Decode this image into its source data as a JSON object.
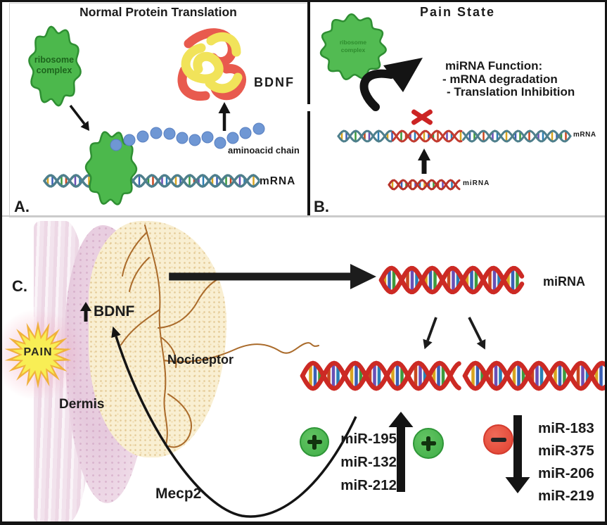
{
  "panel_a": {
    "label": "A.",
    "title": "Normal Protein Translation",
    "ribosome_line1": "ribosome",
    "ribosome_line2": "complex",
    "bdnf": "BDNF",
    "aminoacid_chain": "aminoacid chain",
    "mrna": "mRNA"
  },
  "panel_b": {
    "label": "B.",
    "title": "Pain State",
    "ribosome_line1": "ribosome",
    "ribosome_line2": "complex",
    "mirna_function_title": "miRNA Function:",
    "mirna_function_item1": "- mRNA degradation",
    "mirna_function_item2": "- Translation Inhibition",
    "mrna": "mRNA",
    "mirna": "miRNA"
  },
  "panel_c": {
    "label": "C.",
    "pain": "PAIN",
    "bdnf": "BDNF",
    "dermis": "Dermis",
    "nociceptor": "Nociceptor",
    "mecp2": "Mecp2",
    "mirna": "miRNA",
    "upregulated": [
      "miR-195",
      "miR-132",
      "miR-212"
    ],
    "downregulated": [
      "miR-183",
      "miR-375",
      "miR-206",
      "miR-219"
    ]
  },
  "icons": {
    "inhibition_cross": "red-x-mark",
    "upregulation_plus": "green-plus",
    "downregulation_minus": "red-minus",
    "bdnf_increase": "up-arrow"
  },
  "colors": {
    "ribosome_green": "#4cb84c",
    "helix_teal": "#4e7f8c",
    "helix_red": "#cc2a24",
    "bdnf_red": "#e85a4e",
    "bdnf_yellow": "#f1e35a",
    "aminoacid_blue": "#6f97d4",
    "pain_yellow": "#f8ee55",
    "pain_orange": "#f0b13c",
    "plus_green": "#46b44a",
    "minus_red": "#e64c3c",
    "inhibit_x_red": "#cc2424",
    "nerve_brown": "#aa6b2b"
  }
}
